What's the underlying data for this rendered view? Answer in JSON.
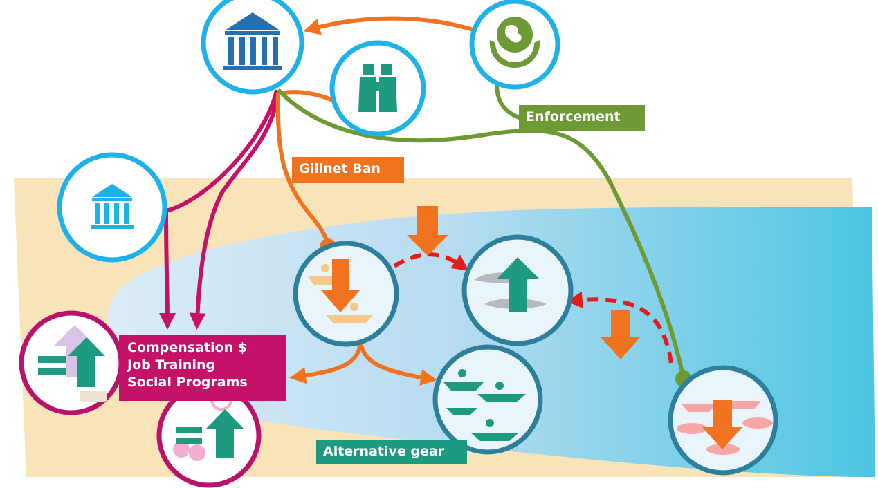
{
  "labels": {
    "enforcement": "Enforcement",
    "gillnet_ban": "Gillnet Ban",
    "alternative_gear": "Alternative gear",
    "compensation": [
      "Compensation $",
      "Job Training",
      "Social Programs"
    ]
  },
  "icons": {
    "government_main": "government-building-icon",
    "binoculars": "binoculars-icon",
    "conservation_ngo": "hands-globe-icon",
    "local_government": "government-building-icon",
    "fishers_income": "income-up-icon",
    "community_wellbeing": "wellbeing-up-icon",
    "fishing_effort": "fishing-boats-down-icon",
    "dolphin_population": "dolphin-up-icon",
    "alternative_boats": "alternative-gear-boats-icon",
    "fish_stock": "fish-down-icon"
  },
  "colors": {
    "circle_blue": "#1fb2e8",
    "circle_teal": "#2d7f9c",
    "circle_magenta": "#b9126b",
    "orange": "#f2731f",
    "green": "#6e9a35",
    "magenta": "#c31268",
    "teal": "#1e9a80",
    "red_dash": "#e31d1d",
    "sand": "#f7e3b8",
    "water": "#4fc4df"
  }
}
